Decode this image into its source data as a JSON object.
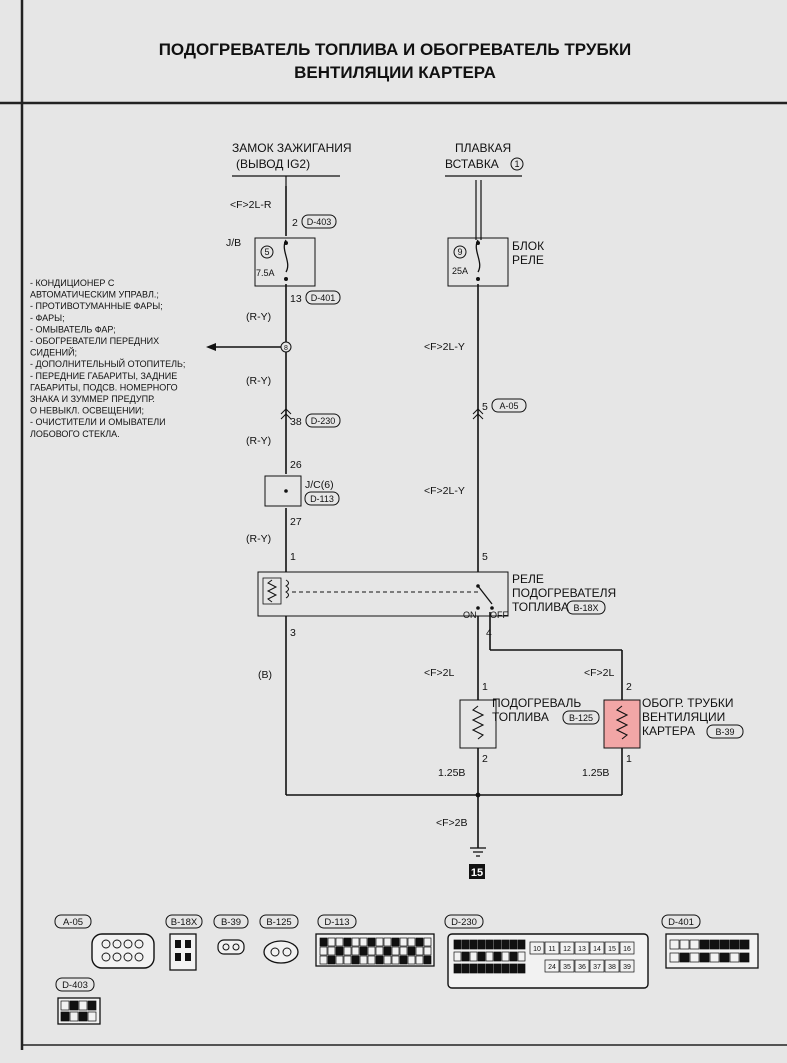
{
  "title": {
    "line1": "ПОДОГРЕВАТЕЛЬ ТОПЛИВА И ОБОГРЕВАТЕЛЬ ТРУБКИ",
    "line2": "ВЕНТИЛЯЦИИ КАРТЕРА"
  },
  "ignition": {
    "line1": "ЗАМОК ЗАЖИГАНИЯ",
    "line2": "(ВЫВОД IG2)"
  },
  "fuse_link": {
    "line1": "ПЛАВКАЯ",
    "line2": "ВСТАВКА",
    "num": "1"
  },
  "wires": {
    "w_2lr": "<F>2L-R",
    "w_ry1": "(R-Y)",
    "w_ry2": "(R-Y)",
    "w_ry3": "(R-Y)",
    "w_ry4": "(R-Y)",
    "w_b": "(B)",
    "w_2ly1": "<F>2L-Y",
    "w_2ly2": "<F>2L-Y",
    "w_2l_a": "<F>2L",
    "w_2l_b": "<F>2L",
    "w_125b_a": "1.25B",
    "w_125b_b": "1.25B",
    "w_2b": "<F>2B"
  },
  "pins": {
    "p2": "2",
    "d403": "D-403",
    "p13": "13",
    "d401": "D-401",
    "p38": "38",
    "d230": "D-230",
    "p26": "26",
    "p27": "27",
    "jc_label": "J/C(6)",
    "d113": "D-113",
    "p1": "1",
    "p3": "3",
    "p5a": "5",
    "a05": "A-05",
    "p5b": "5",
    "p4": "4",
    "h1": "1",
    "h2": "2",
    "c2": "2",
    "c1": "1"
  },
  "jb": {
    "label": "J/B",
    "num": "5",
    "amps": "7.5A"
  },
  "relay_block": {
    "num": "9",
    "amps": "25A",
    "line1": "БЛОК",
    "line2": "РЕЛЕ"
  },
  "splice": {
    "num": "8"
  },
  "side_list": [
    "- КОНДИЦИОНЕР С",
    "  АВТОМАТИЧЕСКИМ УПРАВЛ.;",
    "- ПРОТИВОТУМАННЫЕ ФАРЫ;",
    "- ФАРЫ;",
    "- ОМЫВАТЕЛЬ ФАР;",
    "- ОБОГРЕВАТЕЛИ ПЕРЕДНИХ",
    "  СИДЕНИЙ;",
    "- ДОПОЛНИТЕЛЬНЫЙ ОТОПИТЕЛЬ;",
    "- ПЕРЕДНИЕ ГАБАРИТЫ, ЗАДНИЕ",
    "  ГАБАРИТЫ, ПОДСВ. НОМЕРНОГО",
    "  ЗНАКА И ЗУММЕР ПРЕДУПР.",
    "  О НЕВЫКЛ. ОСВЕЩЕНИИ;",
    "- ОЧИСТИТЕЛИ И ОМЫВАТЕЛИ",
    "  ЛОБОВОГО СТЕКЛА."
  ],
  "fuel_relay": {
    "line1": "РЕЛЕ",
    "line2": "ПОДОГРЕВАТЕЛЯ",
    "line3": "ТОПЛИВА",
    "code": "B-18X",
    "on": "ON",
    "off": "OFF"
  },
  "fuel_heater": {
    "line1": "ПОДОГРЕВАЛЬ",
    "line2": "ТОПЛИВА",
    "code": "B-125"
  },
  "crank_heater": {
    "line1": "ОБОГР. ТРУБКИ",
    "line2": "ВЕНТИЛЯЦИИ",
    "line3": "КАРТЕРА",
    "code": "B-39"
  },
  "ground": {
    "num": "15"
  },
  "connectors": {
    "a05": "A-05",
    "b18x": "B-18X",
    "b39": "B-39",
    "b125": "B-125",
    "d113": "D-113",
    "d230": "D-230",
    "d401": "D-401",
    "d403": "D-403"
  },
  "d230_pins_row1": [
    "10",
    "11",
    "12",
    "13",
    "14",
    "15",
    "16"
  ],
  "d230_pins_row2": [
    "24",
    "35",
    "36",
    "37",
    "38",
    "39"
  ],
  "colors": {
    "highlight": "#f2a6a6"
  }
}
